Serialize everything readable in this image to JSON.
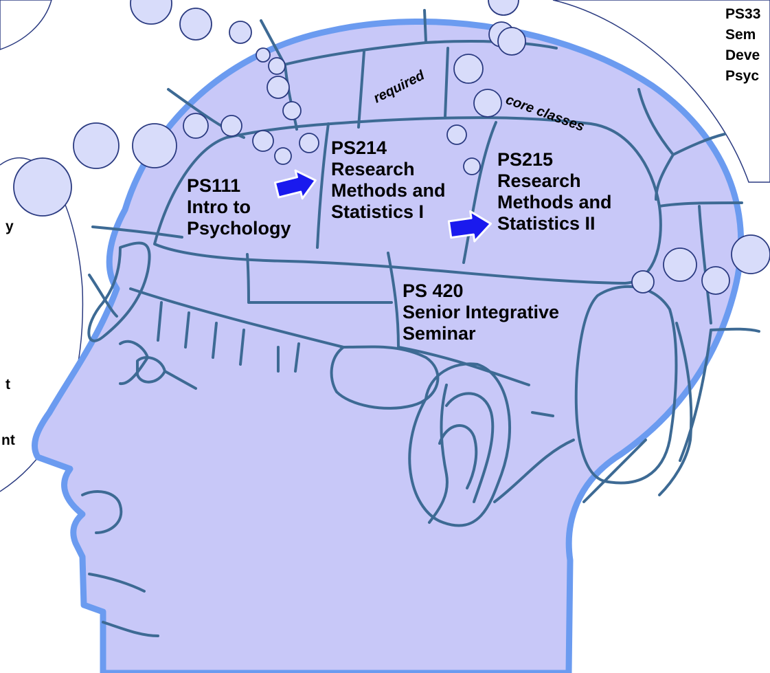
{
  "colors": {
    "head_fill": "#c8c8f8",
    "head_outline": "#6b9bf0",
    "line": "#3d6a94",
    "arrow": "#1a1aee",
    "bubble": "#d8dcfa"
  },
  "labels": {
    "required": "required",
    "core_classes": "core classes"
  },
  "courses": {
    "ps111": {
      "code": "PS111",
      "line1": "Intro to",
      "line2": "Psychology"
    },
    "ps214": {
      "code": "PS214",
      "line1": "Research",
      "line2": "Methods and",
      "line3": "Statistics I"
    },
    "ps215": {
      "code": "PS215",
      "line1": "Research",
      "line2": "Methods and",
      "line3": "Statistics II"
    },
    "ps420": {
      "code": "PS 420",
      "line1": "Senior Integrative",
      "line2": "Seminar"
    }
  },
  "cutoff_text": {
    "right_line1": "PS33",
    "right_line2": "Sem",
    "right_line3": "Deve",
    "right_line4": "Psyc",
    "left_line1": "y",
    "left_line2": "t",
    "left_line3": "nt"
  },
  "icons": {
    "arrow": "right-arrow-icon"
  }
}
